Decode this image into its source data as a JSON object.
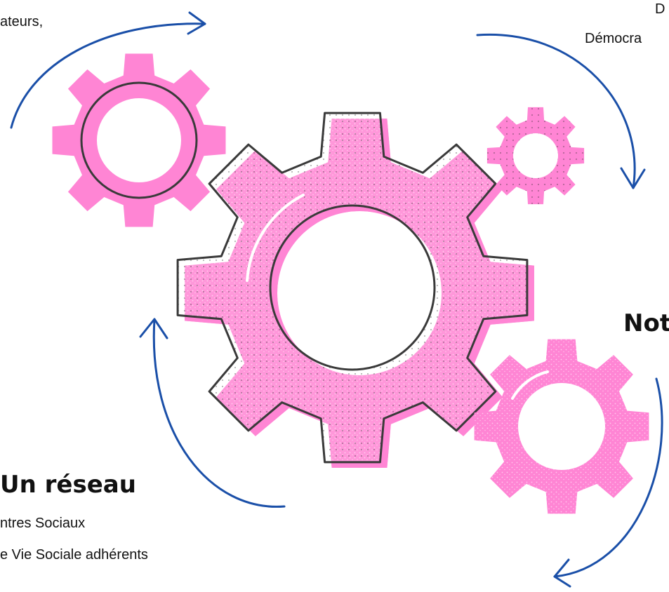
{
  "texts": {
    "top_left_fragment": "ateurs,",
    "top_right_line1": "D",
    "top_right_line2": "Démocra",
    "right_heading_fragment": "Not",
    "bottom_heading": "Un réseau",
    "bottom_line1": "ntres Sociaux",
    "bottom_line2": "e Vie Sociale adhérents"
  },
  "icons": [
    "gear-icon",
    "arrow-icon"
  ],
  "colors": {
    "gear_pink": "#ff85d4",
    "gear_outline": "#3a3a3a",
    "arrow_blue": "#1a4fa8",
    "text": "#111111"
  }
}
